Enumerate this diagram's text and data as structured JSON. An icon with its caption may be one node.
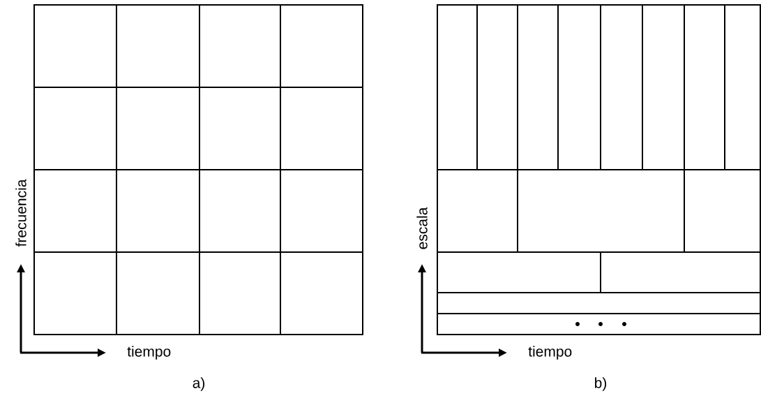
{
  "diagram": {
    "labels": [
      "frecuencia",
      "tiempo",
      "a)",
      "escala",
      "tiempo",
      "b)"
    ]
  }
}
